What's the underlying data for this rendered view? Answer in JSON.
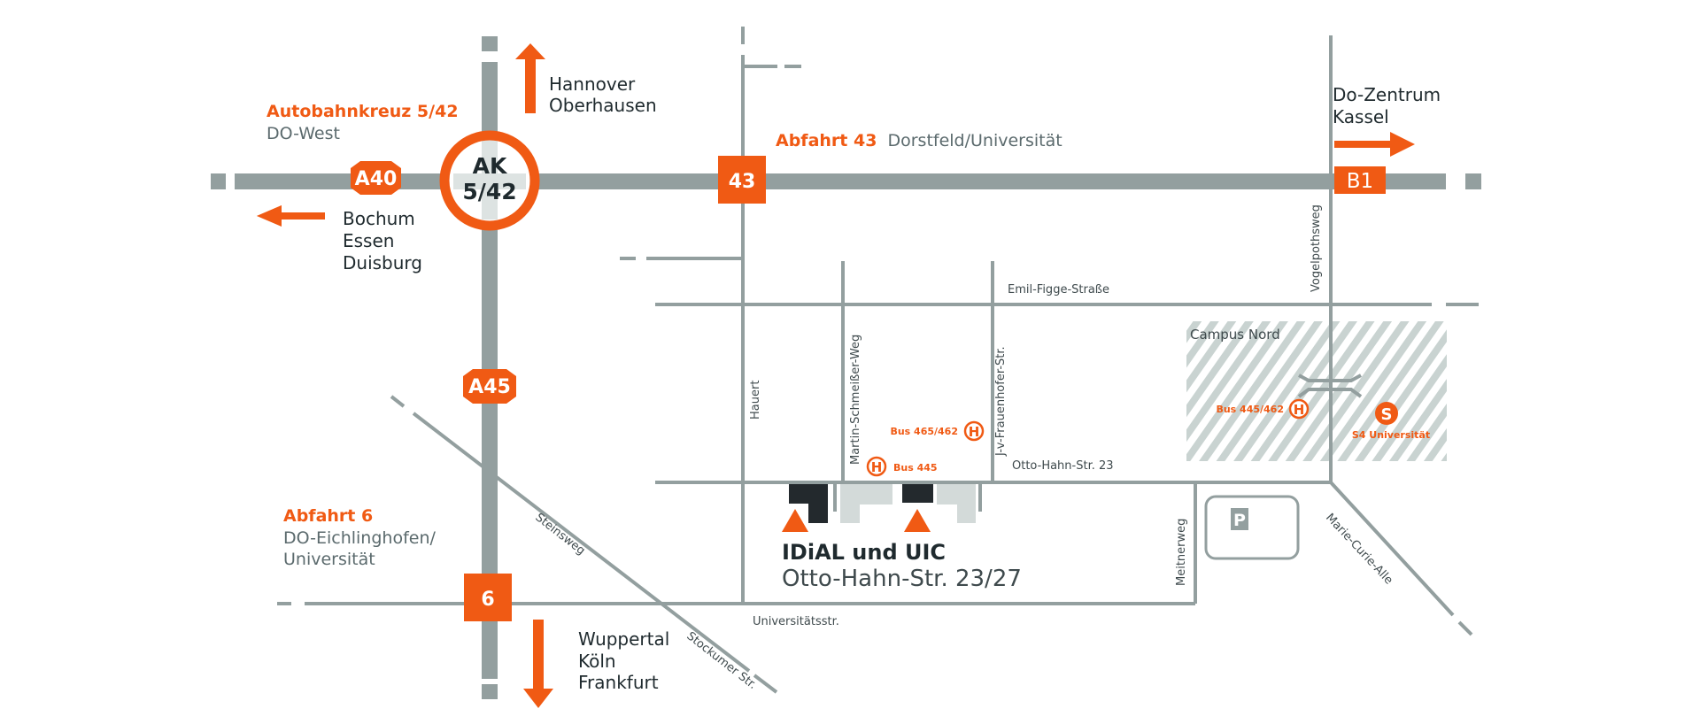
{
  "colors": {
    "road": "#939f9f",
    "accent": "#f05a14",
    "building_dark": "#23292d",
    "building_light": "#d3dad9",
    "hatch": "#c9d3d1",
    "text_dark": "#1f2a2e",
    "text_grey": "#5b6a6d"
  },
  "interchange": {
    "title": "Autobahnkreuz 5/42",
    "subtitle": "DO-West",
    "circle_line1": "AK",
    "circle_line2": "5/42"
  },
  "badges": {
    "a40": "A40",
    "a45": "A45",
    "exit43": "43",
    "exit6": "6",
    "b1": "B1"
  },
  "destinations": {
    "north": [
      "Hannover",
      "Oberhausen"
    ],
    "west": [
      "Bochum",
      "Essen",
      "Duisburg"
    ],
    "east": [
      "Do-Zentrum",
      "Kassel"
    ],
    "south": [
      "Wuppertal",
      "Köln",
      "Frankfurt"
    ]
  },
  "exits": {
    "exit43_title": "Abfahrt 43",
    "exit43_sub": "Dorstfeld/Universität",
    "exit6_title": "Abfahrt 6",
    "exit6_sub_line1": "DO-Eichlinghofen/",
    "exit6_sub_line2": "Universität"
  },
  "streets": {
    "emil_figge": "Emil-Figge-Straße",
    "vogelpothsweg": "Vogelpothsweg",
    "hauert": "Hauert",
    "martin_schmeisser": "Martin-Schmeißer-Weg",
    "frauenhofer": "J-v-Frauenhofer-Str.",
    "otto_hahn": "Otto-Hahn-Str. 23",
    "meitnerweg": "Meitnerweg",
    "marie_curie": "Marie-Curie-Alle",
    "universitaetsstr": "Universitätsstr.",
    "steinsweg": "Steinsweg",
    "stockumer": "Stockumer Str."
  },
  "transit": {
    "bus_465_462": "Bus 465/462",
    "bus_445": "Bus 445",
    "bus_445_462": "Bus 445/462",
    "bus_symbol": "H",
    "sbahn_symbol": "S",
    "sbahn_label": "S4 Universität"
  },
  "campus": {
    "label": "Campus Nord"
  },
  "parking": {
    "symbol": "P"
  },
  "destination_building": {
    "name": "IDiAL und UIC",
    "address": "Otto-Hahn-Str. 23/27"
  }
}
